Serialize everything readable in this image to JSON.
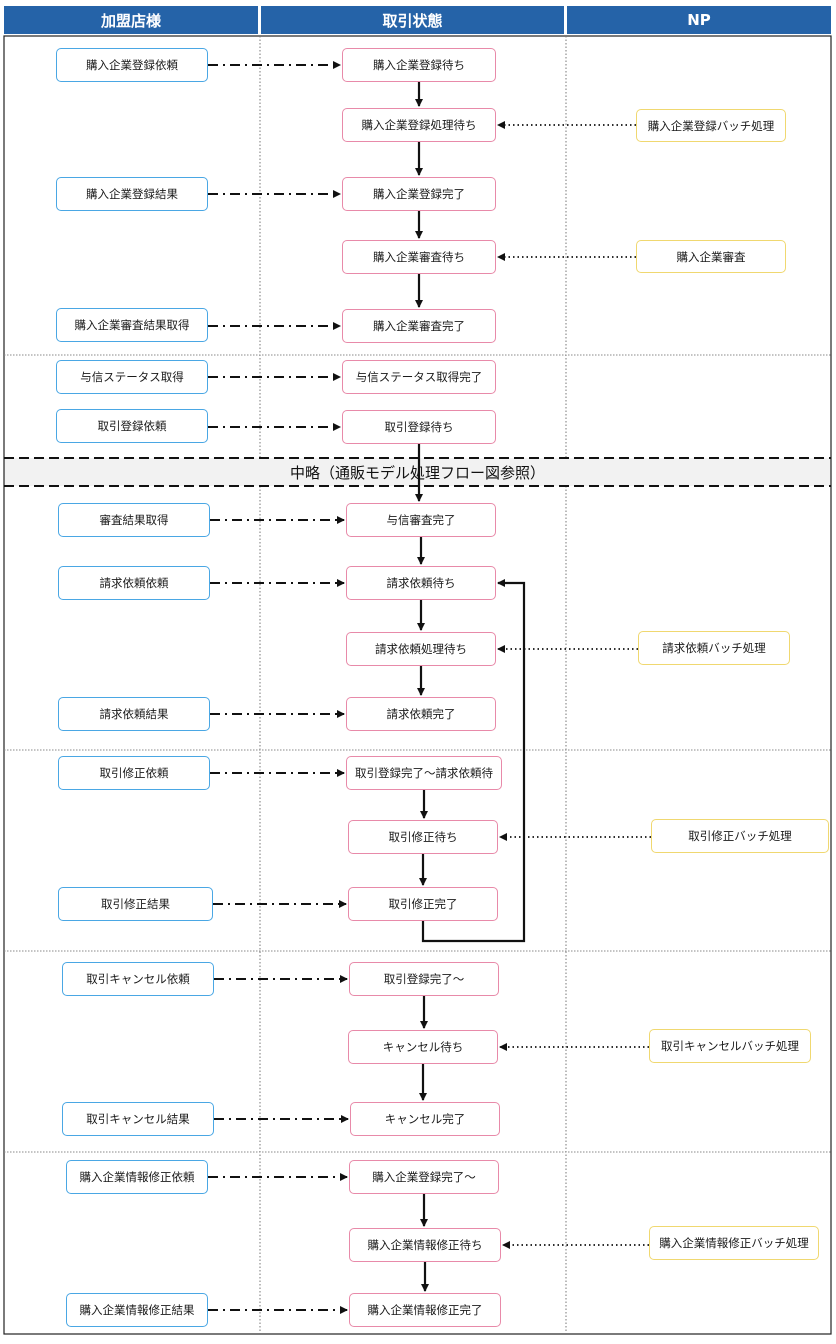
{
  "headers": [
    "加盟店様",
    "取引状態",
    "NP"
  ],
  "midnote": "中略（通販モデル処理フロー図参照）",
  "nodes": [
    {
      "id": "s1",
      "lane": "store",
      "text": "購入企業登録依頼"
    },
    {
      "id": "t1",
      "lane": "trans",
      "text": "購入企業登録待ち"
    },
    {
      "id": "t2",
      "lane": "trans",
      "text": "購入企業登録処理待ち"
    },
    {
      "id": "n1",
      "lane": "np",
      "text": "購入企業登録バッチ処理"
    },
    {
      "id": "s2",
      "lane": "store",
      "text": "購入企業登録結果"
    },
    {
      "id": "t3",
      "lane": "trans",
      "text": "購入企業登録完了"
    },
    {
      "id": "t4",
      "lane": "trans",
      "text": "購入企業審査待ち"
    },
    {
      "id": "n2",
      "lane": "np",
      "text": "購入企業審査"
    },
    {
      "id": "s3",
      "lane": "store",
      "text": "購入企業審査結果取得"
    },
    {
      "id": "t5",
      "lane": "trans",
      "text": "購入企業審査完了"
    },
    {
      "id": "s4",
      "lane": "store",
      "text": "与信ステータス取得"
    },
    {
      "id": "t6",
      "lane": "trans",
      "text": "与信ステータス取得完了"
    },
    {
      "id": "s5",
      "lane": "store",
      "text": "取引登録依頼"
    },
    {
      "id": "t7",
      "lane": "trans",
      "text": "取引登録待ち"
    },
    {
      "id": "s6",
      "lane": "store",
      "text": "審査結果取得"
    },
    {
      "id": "t8",
      "lane": "trans",
      "text": "与信審査完了"
    },
    {
      "id": "s7",
      "lane": "store",
      "text": "請求依頼依頼"
    },
    {
      "id": "t9",
      "lane": "trans",
      "text": "請求依頼待ち"
    },
    {
      "id": "t10",
      "lane": "trans",
      "text": "請求依頼処理待ち"
    },
    {
      "id": "n3",
      "lane": "np",
      "text": "請求依頼バッチ処理"
    },
    {
      "id": "s8",
      "lane": "store",
      "text": "請求依頼結果"
    },
    {
      "id": "t11",
      "lane": "trans",
      "text": "請求依頼完了"
    },
    {
      "id": "s9",
      "lane": "store",
      "text": "取引修正依頼"
    },
    {
      "id": "t12",
      "lane": "trans",
      "text": "取引登録完了〜請求依頼待"
    },
    {
      "id": "t13",
      "lane": "trans",
      "text": "取引修正待ち"
    },
    {
      "id": "n4",
      "lane": "np",
      "text": "取引修正バッチ処理"
    },
    {
      "id": "s10",
      "lane": "store",
      "text": "取引修正結果"
    },
    {
      "id": "t14",
      "lane": "trans",
      "text": "取引修正完了"
    },
    {
      "id": "s11",
      "lane": "store",
      "text": "取引キャンセル依頼"
    },
    {
      "id": "t15",
      "lane": "trans",
      "text": "取引登録完了〜"
    },
    {
      "id": "t16",
      "lane": "trans",
      "text": "キャンセル待ち"
    },
    {
      "id": "n5",
      "lane": "np",
      "text": "取引キャンセルバッチ処理"
    },
    {
      "id": "s12",
      "lane": "store",
      "text": "取引キャンセル結果"
    },
    {
      "id": "t17",
      "lane": "trans",
      "text": "キャンセル完了"
    },
    {
      "id": "s13",
      "lane": "store",
      "text": "購入企業情報修正依頼"
    },
    {
      "id": "t18",
      "lane": "trans",
      "text": "購入企業登録完了〜"
    },
    {
      "id": "t19",
      "lane": "trans",
      "text": "購入企業情報修正待ち"
    },
    {
      "id": "n6",
      "lane": "np",
      "text": "購入企業情報修正バッチ処理"
    },
    {
      "id": "s14",
      "lane": "store",
      "text": "購入企業情報修正結果"
    },
    {
      "id": "t20",
      "lane": "trans",
      "text": "購入企業情報修正完了"
    }
  ],
  "edges": [
    {
      "from": "s1",
      "to": "t1",
      "style": "dashdot"
    },
    {
      "from": "t1",
      "to": "t2",
      "style": "solid"
    },
    {
      "from": "n1",
      "to": "t2",
      "style": "dotted"
    },
    {
      "from": "t2",
      "to": "t3",
      "style": "solid"
    },
    {
      "from": "s2",
      "to": "t3",
      "style": "dashdot"
    },
    {
      "from": "t3",
      "to": "t4",
      "style": "solid"
    },
    {
      "from": "n2",
      "to": "t4",
      "style": "dotted"
    },
    {
      "from": "t4",
      "to": "t5",
      "style": "solid"
    },
    {
      "from": "s3",
      "to": "t5",
      "style": "dashdot"
    },
    {
      "from": "s4",
      "to": "t6",
      "style": "dashdot"
    },
    {
      "from": "s5",
      "to": "t7",
      "style": "dashdot"
    },
    {
      "from": "t7",
      "to": "t8",
      "style": "solid"
    },
    {
      "from": "s6",
      "to": "t8",
      "style": "dashdot"
    },
    {
      "from": "t8",
      "to": "t9",
      "style": "solid"
    },
    {
      "from": "s7",
      "to": "t9",
      "style": "dashdot"
    },
    {
      "from": "t9",
      "to": "t10",
      "style": "solid"
    },
    {
      "from": "n3",
      "to": "t10",
      "style": "dotted"
    },
    {
      "from": "t10",
      "to": "t11",
      "style": "solid"
    },
    {
      "from": "s8",
      "to": "t11",
      "style": "dashdot"
    },
    {
      "from": "s9",
      "to": "t12",
      "style": "dashdot"
    },
    {
      "from": "t12",
      "to": "t13",
      "style": "solid"
    },
    {
      "from": "n4",
      "to": "t13",
      "style": "dotted"
    },
    {
      "from": "t13",
      "to": "t14",
      "style": "solid"
    },
    {
      "from": "s10",
      "to": "t14",
      "style": "dashdot"
    },
    {
      "from": "t14",
      "to": "t9",
      "style": "solid"
    },
    {
      "from": "s11",
      "to": "t15",
      "style": "dashdot"
    },
    {
      "from": "t15",
      "to": "t16",
      "style": "solid"
    },
    {
      "from": "n5",
      "to": "t16",
      "style": "dotted"
    },
    {
      "from": "t16",
      "to": "t17",
      "style": "solid"
    },
    {
      "from": "s12",
      "to": "t17",
      "style": "dashdot"
    },
    {
      "from": "s13",
      "to": "t18",
      "style": "dashdot"
    },
    {
      "from": "t18",
      "to": "t19",
      "style": "solid"
    },
    {
      "from": "n6",
      "to": "t19",
      "style": "dotted"
    },
    {
      "from": "t19",
      "to": "t20",
      "style": "solid"
    },
    {
      "from": "s14",
      "to": "t20",
      "style": "dashdot"
    }
  ],
  "colors": {
    "header": "#2563a8",
    "store_border": "#4aa7e4",
    "trans_border": "#e88aa9",
    "np_border": "#f0d870",
    "arrow": "#111111"
  }
}
